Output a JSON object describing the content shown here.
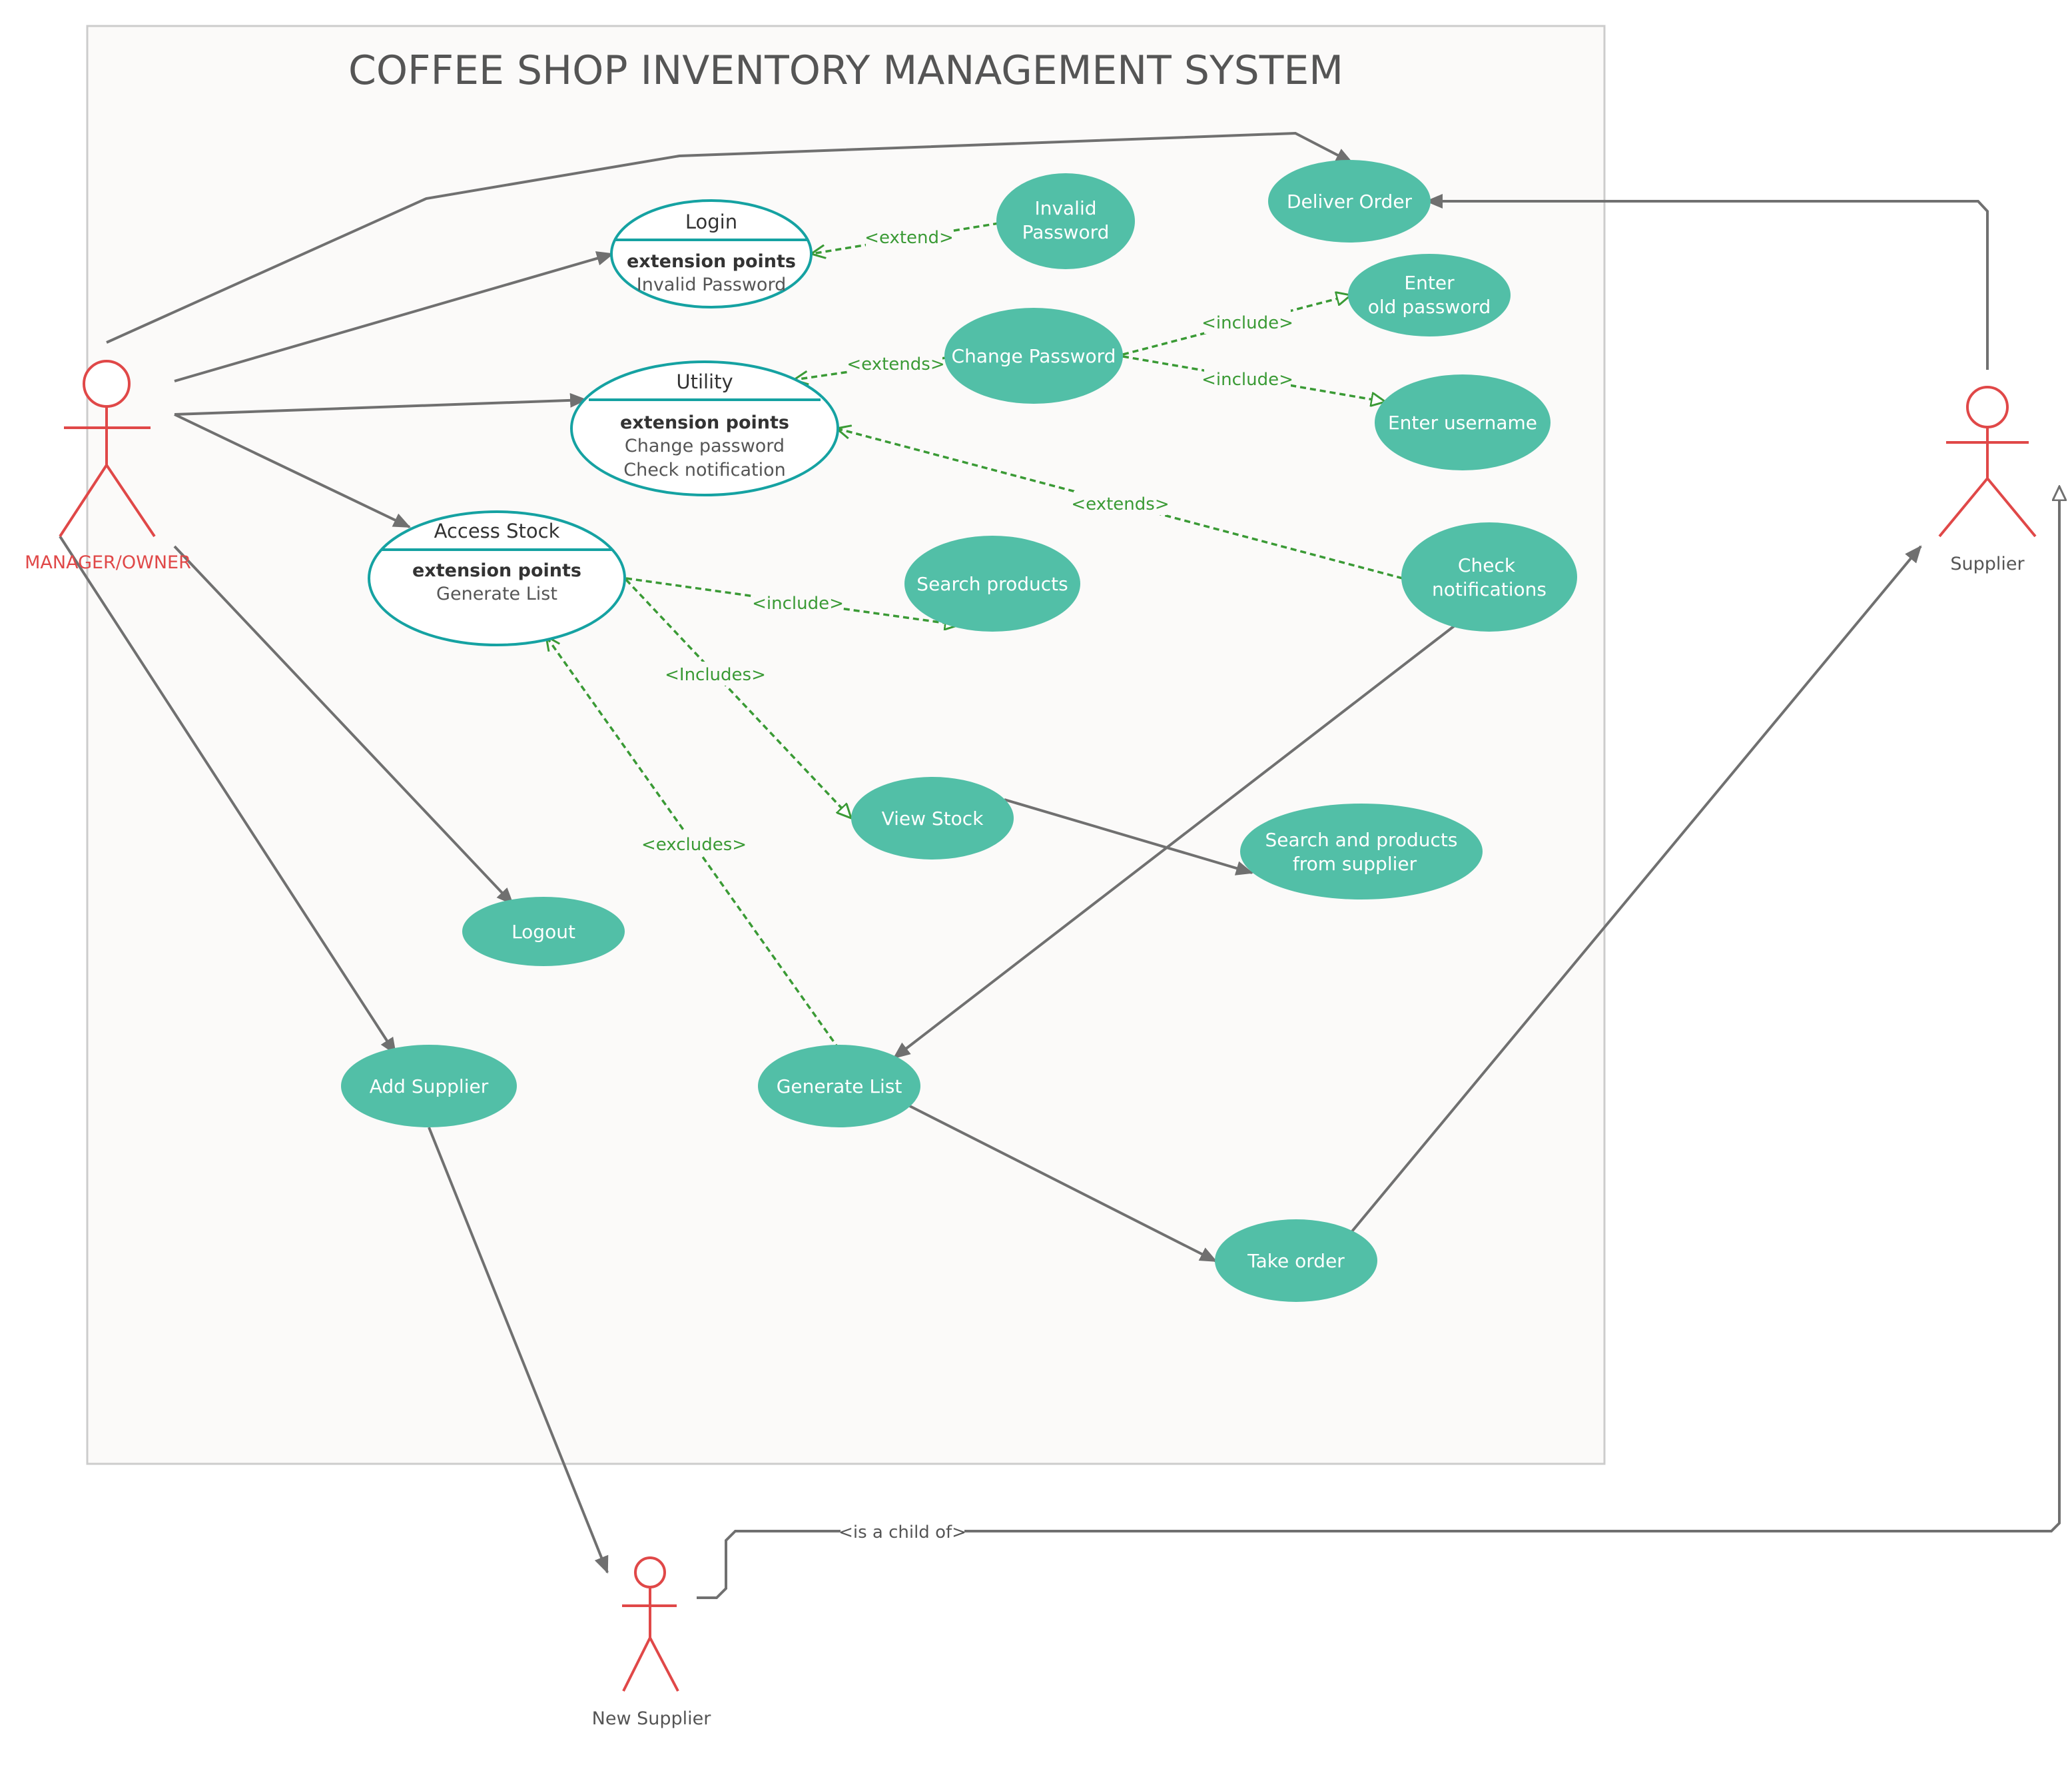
{
  "title": "COFFEE SHOP INVENTORY MANAGEMENT SYSTEM",
  "colors": {
    "usecase_fill": "#52bfa7",
    "usecase_text": "#ffffff",
    "extension_stroke": "#15a2a2",
    "actor": "#e04848",
    "association": "#707070",
    "dependency": "#3a9a35",
    "boundary_stroke": "#cccccc",
    "boundary_fill": "#fbfaf9",
    "title_text": "#555555",
    "ext_text": "#444444",
    "actor_label_primary": "#e04848",
    "actor_label_secondary": "#555555"
  },
  "actors": {
    "manager": "MANAGER/OWNER",
    "supplier": "Supplier",
    "new_supplier": "New Supplier"
  },
  "extension_usecases": {
    "login": {
      "name": "Login",
      "heading": "extension points",
      "points": [
        "Invalid Password"
      ]
    },
    "utility": {
      "name": "Utility",
      "heading": "extension points",
      "points": [
        "Change password",
        "Check notification"
      ]
    },
    "access_stock": {
      "name": "Access Stock",
      "heading": "extension points",
      "points": [
        "Generate List"
      ]
    }
  },
  "usecases": {
    "deliver_order": [
      "Deliver Order"
    ],
    "invalid_password": [
      "Invalid",
      "Password"
    ],
    "enter_old_password": [
      "Enter",
      "old password"
    ],
    "change_password": [
      "Change Password"
    ],
    "enter_username": [
      "Enter username"
    ],
    "search_products": [
      "Search products"
    ],
    "check_notifications": [
      "Check",
      "notifications"
    ],
    "view_stock": [
      "View Stock"
    ],
    "search_supplier": [
      "Search and products",
      "from supplier"
    ],
    "logout": [
      "Logout"
    ],
    "add_supplier": [
      "Add Supplier"
    ],
    "generate_list": [
      "Generate List"
    ],
    "take_order": [
      "Take order"
    ]
  },
  "relation_labels": {
    "extend_login": "<extend>",
    "extends_change_password": "<extends>",
    "include_old_password": "<include>",
    "include_username": "<include>",
    "extends_notifications": "<extends>",
    "include_search": "<include>",
    "includes_view": "<Includes>",
    "excludes_generate": "<excludes>",
    "child_of": "<is a child of>"
  }
}
